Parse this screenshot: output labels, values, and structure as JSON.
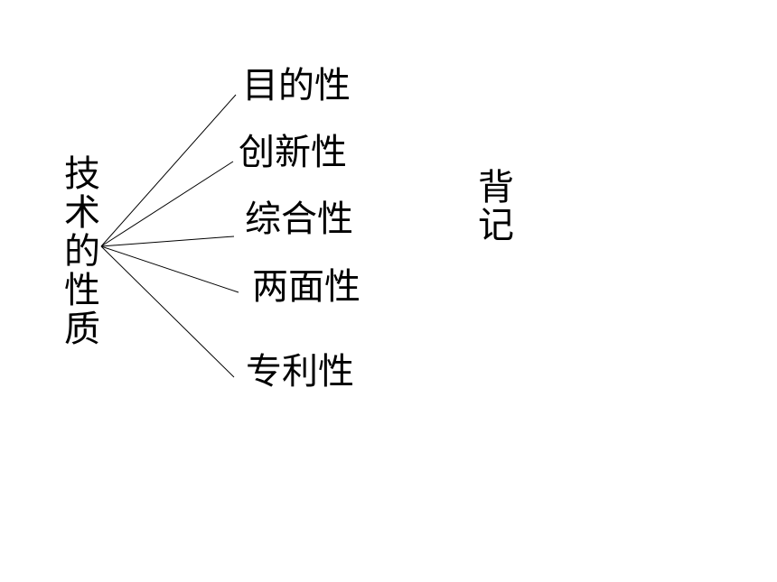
{
  "diagram": {
    "root_label": "技术的性质",
    "branches": [
      "目的性",
      "创新性",
      "综合性",
      "两面性",
      "专利性"
    ],
    "note": "背记"
  },
  "colors": {
    "background": "#ffffff",
    "text": "#000000",
    "line": "#000000"
  }
}
